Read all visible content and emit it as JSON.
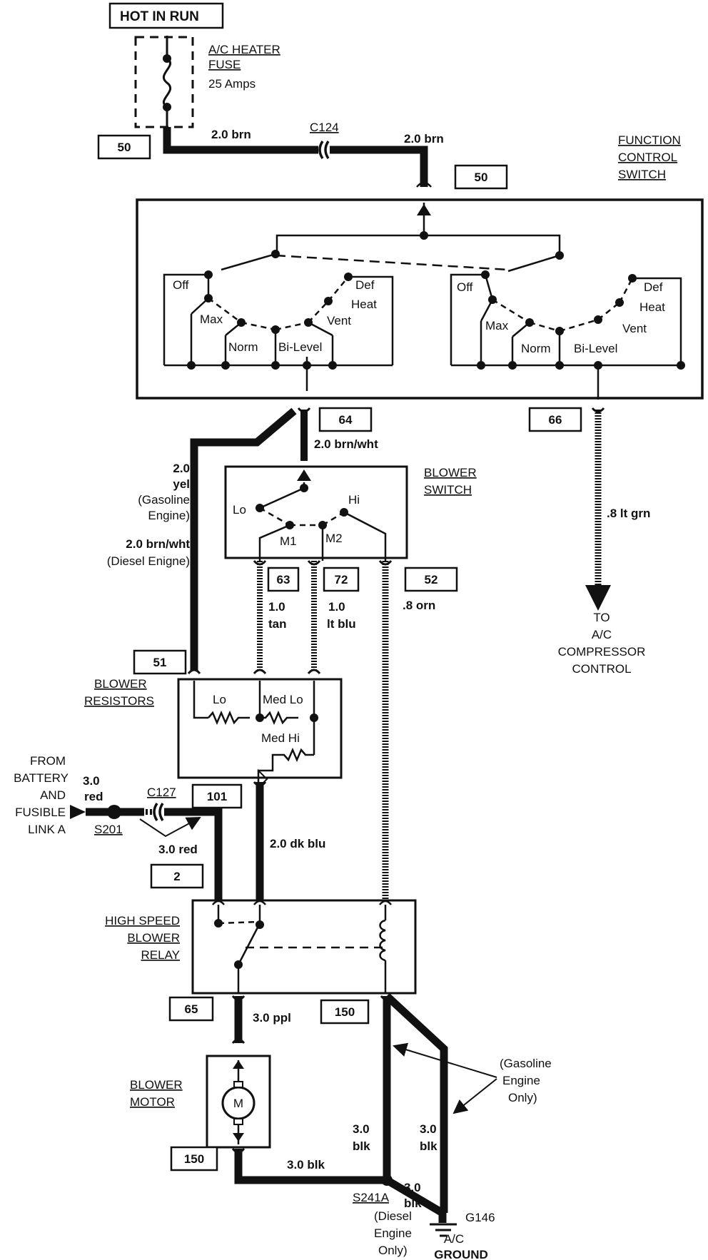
{
  "header": {
    "hot_in_run": "HOT IN RUN"
  },
  "fuse": {
    "name_line1": "A/C HEATER",
    "name_line2": "FUSE",
    "rating": "25 Amps"
  },
  "connectors": {
    "c124": "C124",
    "c127": "C127",
    "s201": "S201",
    "s241a": "S241A",
    "g146": "G146"
  },
  "circuits": {
    "c50_left": "50",
    "c50_right": "50",
    "c64": "64",
    "c66": "66",
    "c63": "63",
    "c72": "72",
    "c52": "52",
    "c51": "51",
    "c101": "101",
    "c2": "2",
    "c65": "65",
    "c150_relay": "150",
    "c150_motor": "150"
  },
  "wires": {
    "brn_left": "2.0 brn",
    "brn_right": "2.0 brn",
    "brn_wht_top": "2.0 brn/wht",
    "yel_1": "2.0",
    "yel_2": "yel",
    "yel_3": "(Gasoline",
    "yel_4": "Engine)",
    "brn_wht_diesel_1": "2.0 brn/wht",
    "brn_wht_diesel_2": "(Diesel Enigne)",
    "lt_grn": ".8 lt grn",
    "tan_1": "1.0",
    "tan_2": "tan",
    "lt_blu_1": "1.0",
    "lt_blu_2": "lt blu",
    "orn": ".8 orn",
    "red_1": "3.0",
    "red_2": "red",
    "red_lower": "3.0 red",
    "dk_blu": "2.0 dk blu",
    "ppl": "3.0 ppl",
    "blk_bottom": "3.0 blk",
    "blk_mid_1": "3.0",
    "blk_mid_2": "blk",
    "blk_right_1": "3.0",
    "blk_right_2": "blk",
    "blk_low_1": "3.0",
    "blk_low_2": "blk"
  },
  "function_switch": {
    "title_1": "FUNCTION",
    "title_2": "CONTROL",
    "title_3": "SWITCH",
    "left": {
      "off": "Off",
      "max": "Max",
      "norm": "Norm",
      "bilevel": "Bi-Level",
      "vent": "Vent",
      "def": "Def",
      "heat": "Heat"
    },
    "right": {
      "off": "Off",
      "max": "Max",
      "norm": "Norm",
      "bilevel": "Bi-Level",
      "vent": "Vent",
      "def": "Def",
      "heat": "Heat"
    }
  },
  "blower_switch": {
    "title_1": "BLOWER",
    "title_2": "SWITCH",
    "lo": "Lo",
    "hi": "Hi",
    "m1": "M1",
    "m2": "M2"
  },
  "compressor": {
    "line1": "TO",
    "line2": "A/C",
    "line3": "COMPRESSOR",
    "line4": "CONTROL"
  },
  "resistors": {
    "title_1": "BLOWER",
    "title_2": "RESISTORS",
    "lo": "Lo",
    "med_lo": "Med Lo",
    "med_hi": "Med Hi"
  },
  "battery": {
    "line1": "FROM",
    "line2": "BATTERY",
    "line3": "AND",
    "line4": "FUSIBLE",
    "line5": "LINK A"
  },
  "relay": {
    "title_1": "HIGH SPEED",
    "title_2": "BLOWER",
    "title_3": "RELAY"
  },
  "gasoline_note": {
    "line1": "(Gasoline",
    "line2": "Engine",
    "line3": "Only)"
  },
  "motor": {
    "title_1": "BLOWER",
    "title_2": "MOTOR",
    "symbol": "M"
  },
  "diesel_note": {
    "line1": "(Diesel",
    "line2": "Engine",
    "line3": "Only)"
  },
  "ground": {
    "line1": "A/C",
    "line2": "GROUND"
  }
}
